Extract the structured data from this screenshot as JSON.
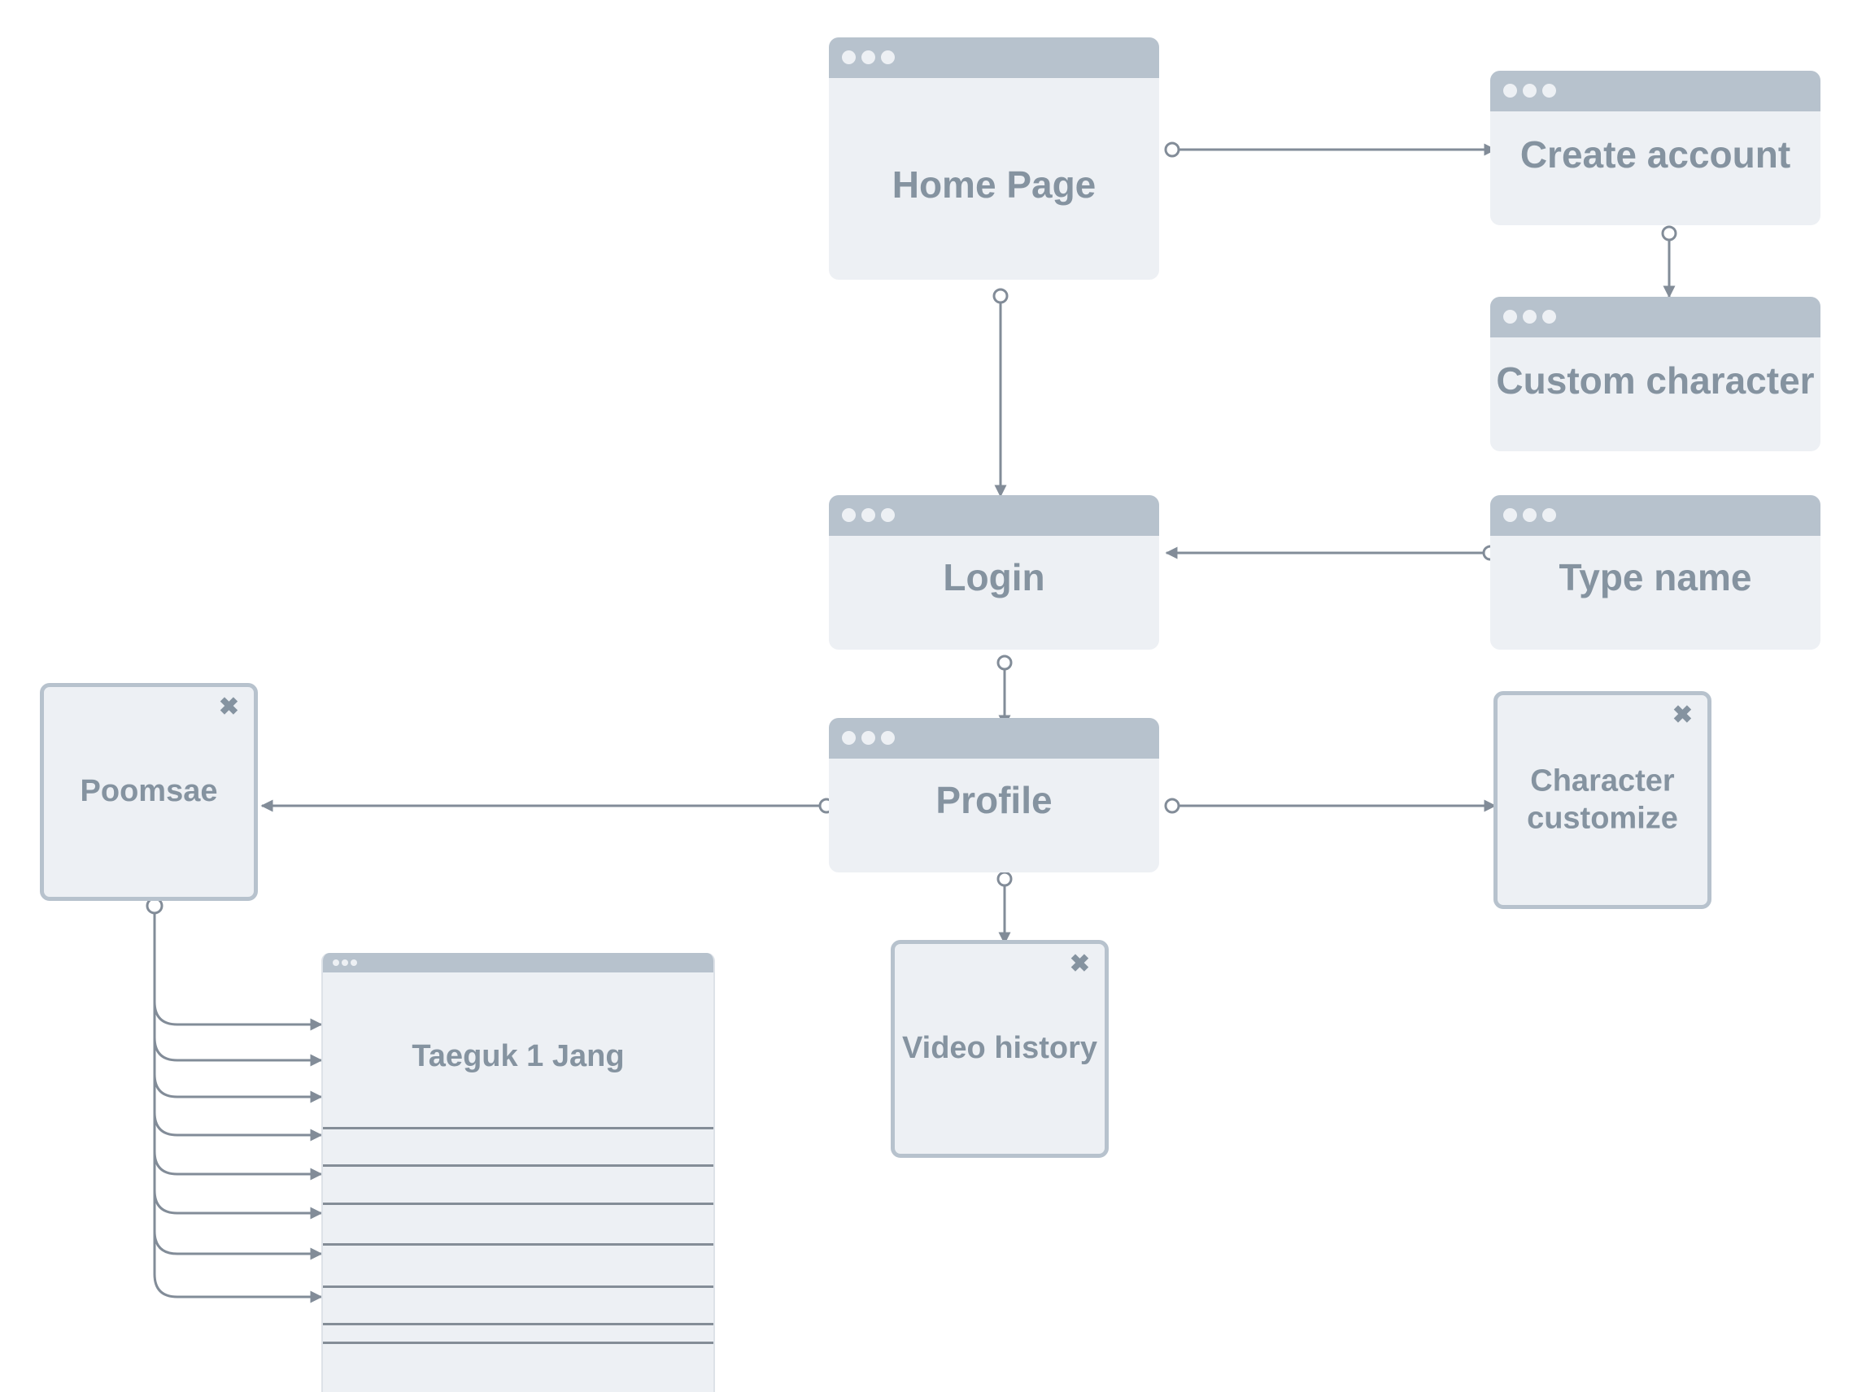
{
  "colors": {
    "background": "#ffffff",
    "panel": "#edf0f4",
    "titlebar": "#b7c2cd",
    "text": "#8593a0",
    "connector": "#828c98"
  },
  "screens": {
    "home_page": "Home Page",
    "create_account": "Create account",
    "custom_character": "Custom character",
    "login": "Login",
    "type_name": "Type name",
    "profile": "Profile"
  },
  "dialogs": {
    "poomsae": "Poomsae",
    "character_customize": "Character\ncustomize",
    "video_history": "Video history",
    "close_icon": "close-icon"
  },
  "list": {
    "title": "Taeguk 1 Jang",
    "row_count": 7
  }
}
